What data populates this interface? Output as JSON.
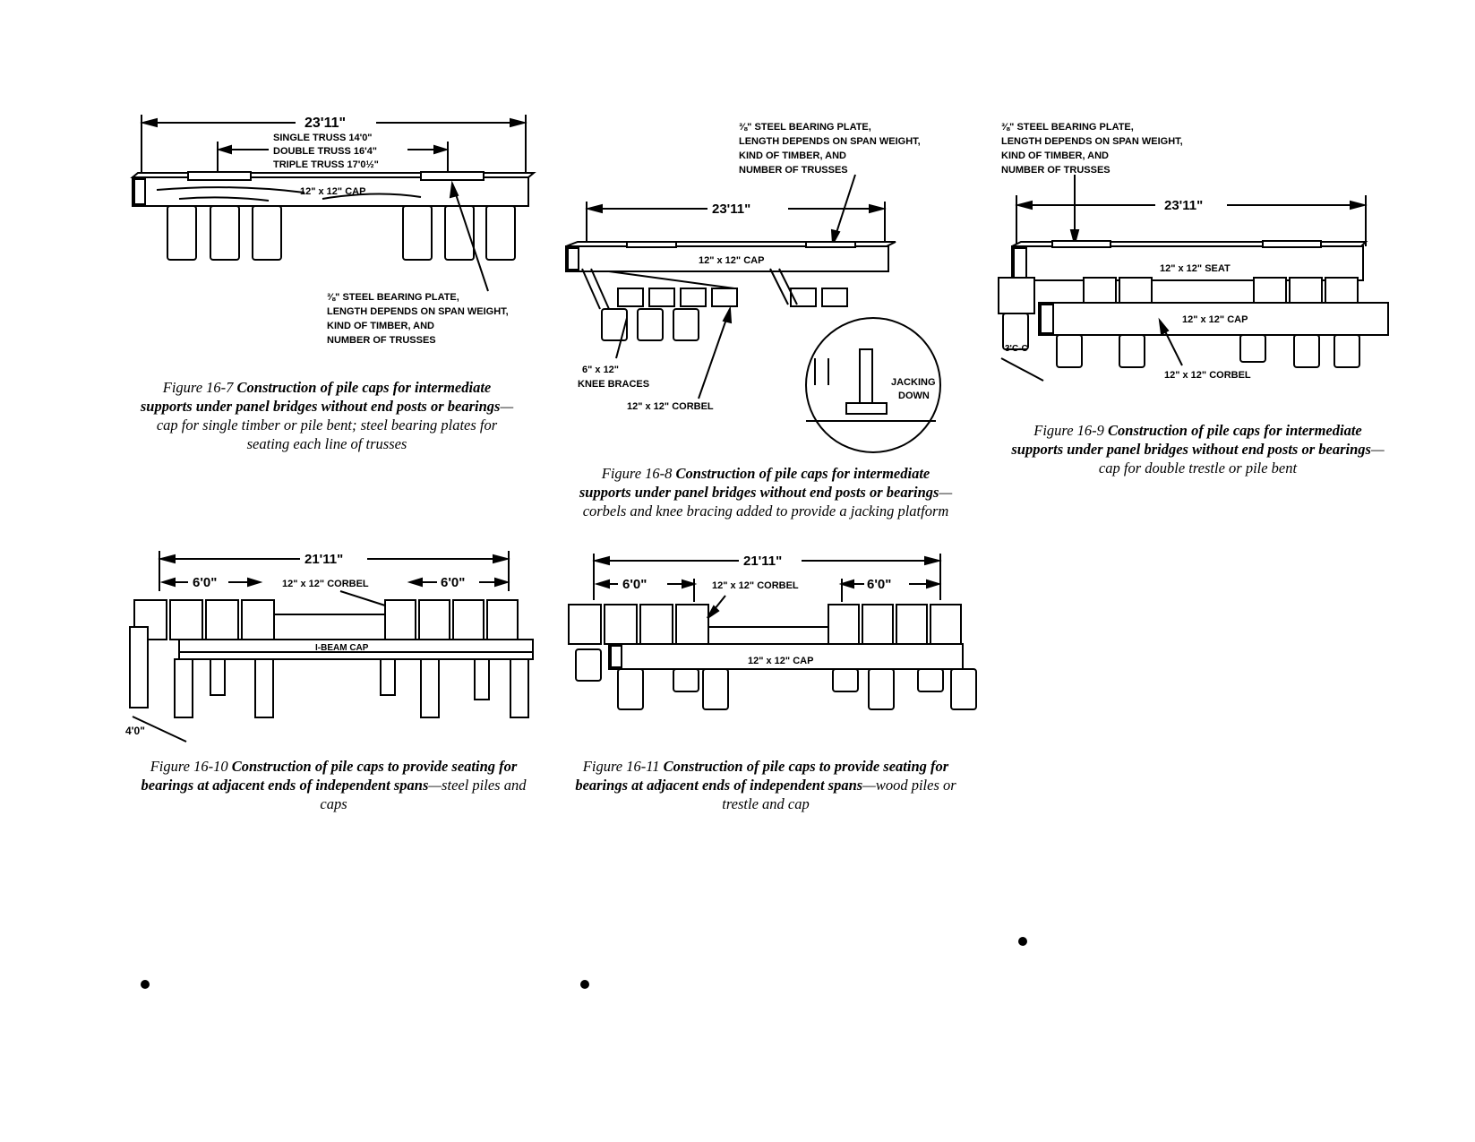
{
  "figures": {
    "f7": {
      "dims": {
        "overall": "23'11\"",
        "single": "SINGLE TRUSS 14'0\"",
        "double": "DOUBLE TRUSS 16'4\"",
        "triple": "TRIPLE TRUSS 17'0½\""
      },
      "cap_label": "12\" x 12\" CAP",
      "plate_note": [
        "⅜\" STEEL BEARING PLATE,",
        "LENGTH DEPENDS ON SPAN WEIGHT,",
        "KIND OF TIMBER, AND",
        "NUMBER OF TRUSSES"
      ],
      "caption_number": "Figure 16-7",
      "caption_bold": "Construction of pile caps for intermediate supports under panel bridges without end posts or bearings",
      "caption_rest": "—cap for single timber or pile bent; steel bearing plates for seating each line of trusses"
    },
    "f8": {
      "plate_note": [
        "⅜\" STEEL BEARING PLATE,",
        "LENGTH DEPENDS ON SPAN WEIGHT,",
        "KIND OF TIMBER, AND",
        "NUMBER OF TRUSSES"
      ],
      "overall": "23'11\"",
      "cap_label": "12\" x 12\" CAP",
      "knee_label": [
        "6\" x 12\"",
        "KNEE BRACES"
      ],
      "corbel_label": "12\" x 12\" CORBEL",
      "jacking_label": [
        "JACKING",
        "DOWN"
      ],
      "caption_number": "Figure 16-8",
      "caption_bold": "Construction of pile caps for intermediate supports under panel bridges without end posts or bearings",
      "caption_rest": "—corbels and knee bracing added to provide a jacking platform"
    },
    "f9": {
      "plate_note": [
        "⅜\" STEEL BEARING PLATE,",
        "LENGTH DEPENDS ON SPAN WEIGHT,",
        "KIND OF TIMBER, AND",
        "NUMBER OF TRUSSES"
      ],
      "overall": "23'11\"",
      "seat_label": "12\" x 12\" SEAT",
      "cap_label": "12\" x 12\" CAP",
      "spacing": "3'C-C",
      "corbel_label": "12\" x 12\" CORBEL",
      "caption_number": "Figure 16-9",
      "caption_bold": "Construction of pile caps for intermediate supports under panel bridges without end posts or bearings",
      "caption_rest": "—cap for double trestle or pile bent"
    },
    "f10": {
      "overall": "21'11\"",
      "left": "6'0\"",
      "right": "6'0\"",
      "corbel_label": "12\" x 12\" CORBEL",
      "cap_label": "I-BEAM CAP",
      "spacing": "4'0\"",
      "caption_number": "Figure 16-10",
      "caption_bold": "Construction of pile caps to provide seating for bearings at adjacent ends of independent spans",
      "caption_rest": "—steel piles and caps"
    },
    "f11": {
      "overall": "21'11\"",
      "left": "6'0\"",
      "right": "6'0\"",
      "corbel_label": "12\" x 12\" CORBEL",
      "cap_label": "12\" x 12\" CAP",
      "caption_number": "Figure 16-11",
      "caption_bold": "Construction of pile caps to provide seating for bearings at adjacent ends of independent spans",
      "caption_rest": "—wood piles or trestle and cap"
    }
  }
}
